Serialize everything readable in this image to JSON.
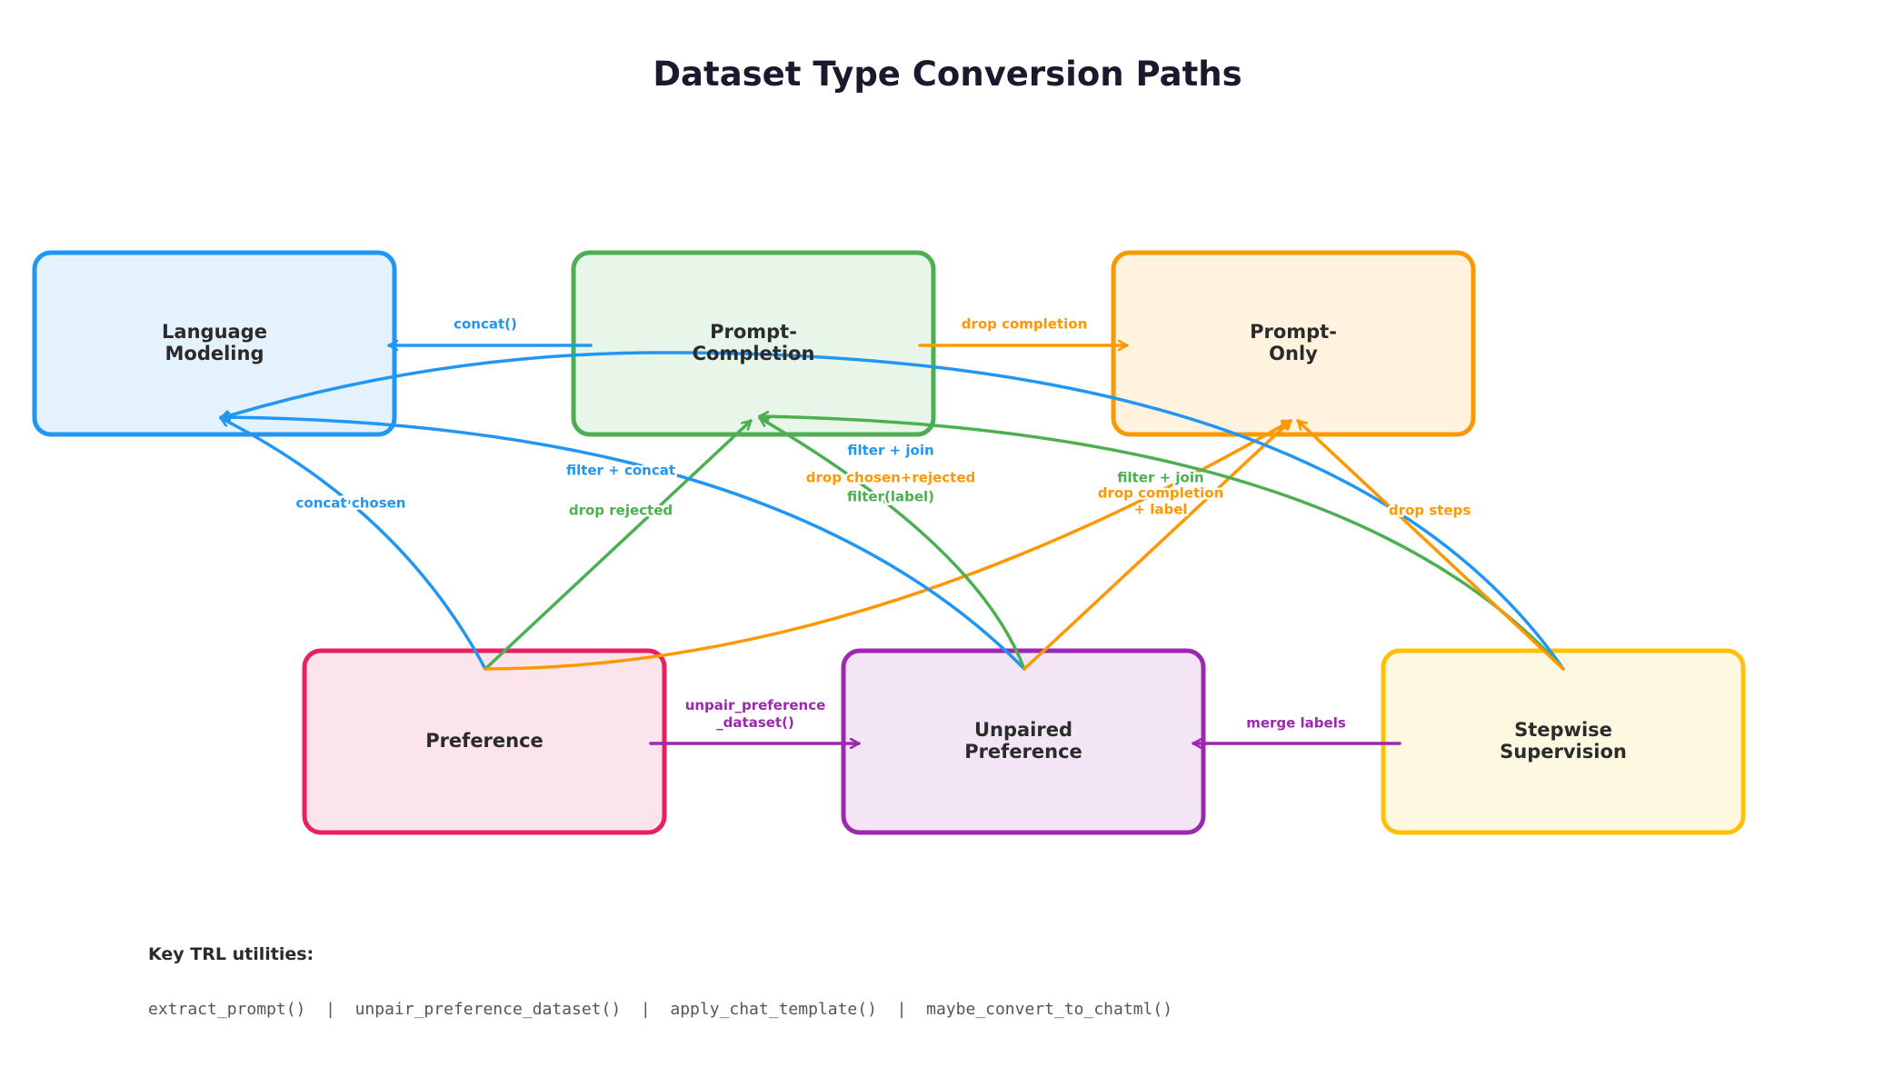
{
  "title": "Dataset Type Conversion Paths",
  "colors": {
    "blue": "#2196F3",
    "green": "#4CAF50",
    "orange": "#FF9800",
    "pink": "#E91E63",
    "purple": "#9C27B0",
    "yellow": "#FFC107"
  },
  "nodes": [
    {
      "id": "lm",
      "label_lines": [
        "Language",
        "Modeling"
      ],
      "stroke": "#2196F3",
      "fill": "#E3F2FD"
    },
    {
      "id": "pc",
      "label_lines": [
        "Prompt-",
        "Completion"
      ],
      "stroke": "#4CAF50",
      "fill": "#E8F5E9"
    },
    {
      "id": "po",
      "label_lines": [
        "Prompt-",
        "Only"
      ],
      "stroke": "#FF9800",
      "fill": "#FFF3E0"
    },
    {
      "id": "pref",
      "label_lines": [
        "Preference"
      ],
      "stroke": "#E91E63",
      "fill": "#FCE4EC"
    },
    {
      "id": "up",
      "label_lines": [
        "Unpaired",
        "Preference"
      ],
      "stroke": "#9C27B0",
      "fill": "#F3E5F5"
    },
    {
      "id": "ss",
      "label_lines": [
        "Stepwise",
        "Supervision"
      ],
      "stroke": "#FFC107",
      "fill": "#FFF8E1"
    }
  ],
  "edges": [
    {
      "id": "pc-lm",
      "from": "Prompt-Completion",
      "to": "Language Modeling",
      "color": "#2196F3",
      "label_lines": [
        "concat()"
      ]
    },
    {
      "id": "pc-po",
      "from": "Prompt-Completion",
      "to": "Prompt-Only",
      "color": "#FF9800",
      "label_lines": [
        "drop completion"
      ]
    },
    {
      "id": "pref-lm",
      "from": "Preference",
      "to": "Language Modeling",
      "color": "#2196F3",
      "label_lines": [
        "concat chosen"
      ]
    },
    {
      "id": "pref-pc",
      "from": "Preference",
      "to": "Prompt-Completion",
      "color": "#4CAF50",
      "label_lines": [
        "drop rejected"
      ]
    },
    {
      "id": "pref-po",
      "from": "Preference",
      "to": "Prompt-Only",
      "color": "#FF9800",
      "label_lines": [
        "drop chosen+rejected"
      ]
    },
    {
      "id": "up-lm",
      "from": "Unpaired Preference",
      "to": "Language Modeling",
      "color": "#2196F3",
      "label_lines": [
        "filter + concat"
      ]
    },
    {
      "id": "up-pc",
      "from": "Unpaired Preference",
      "to": "Prompt-Completion",
      "color": "#4CAF50",
      "label_lines": [
        "filter(label)"
      ]
    },
    {
      "id": "up-po",
      "from": "Unpaired Preference",
      "to": "Prompt-Only",
      "color": "#FF9800",
      "label_lines": [
        "drop completion",
        "+ label"
      ]
    },
    {
      "id": "ss-lm",
      "from": "Stepwise Supervision",
      "to": "Language Modeling",
      "color": "#2196F3",
      "label_lines": [
        "filter + join"
      ]
    },
    {
      "id": "ss-pc",
      "from": "Stepwise Supervision",
      "to": "Prompt-Completion",
      "color": "#4CAF50",
      "label_lines": [
        "filter + join"
      ]
    },
    {
      "id": "ss-po",
      "from": "Stepwise Supervision",
      "to": "Prompt-Only",
      "color": "#FF9800",
      "label_lines": [
        "drop steps"
      ]
    },
    {
      "id": "pref-up",
      "from": "Preference",
      "to": "Unpaired Preference",
      "color": "#9C27B0",
      "label_lines": [
        "unpair_preference",
        "_dataset()"
      ]
    },
    {
      "id": "ss-up",
      "from": "Stepwise Supervision",
      "to": "Unpaired Preference",
      "color": "#9C27B0",
      "label_lines": [
        "merge labels"
      ]
    }
  ],
  "key": {
    "title": "Key TRL utilities:",
    "utilities": "extract_prompt()  |  unpair_preference_dataset()  |  apply_chat_template()  |  maybe_convert_to_chatml()"
  }
}
